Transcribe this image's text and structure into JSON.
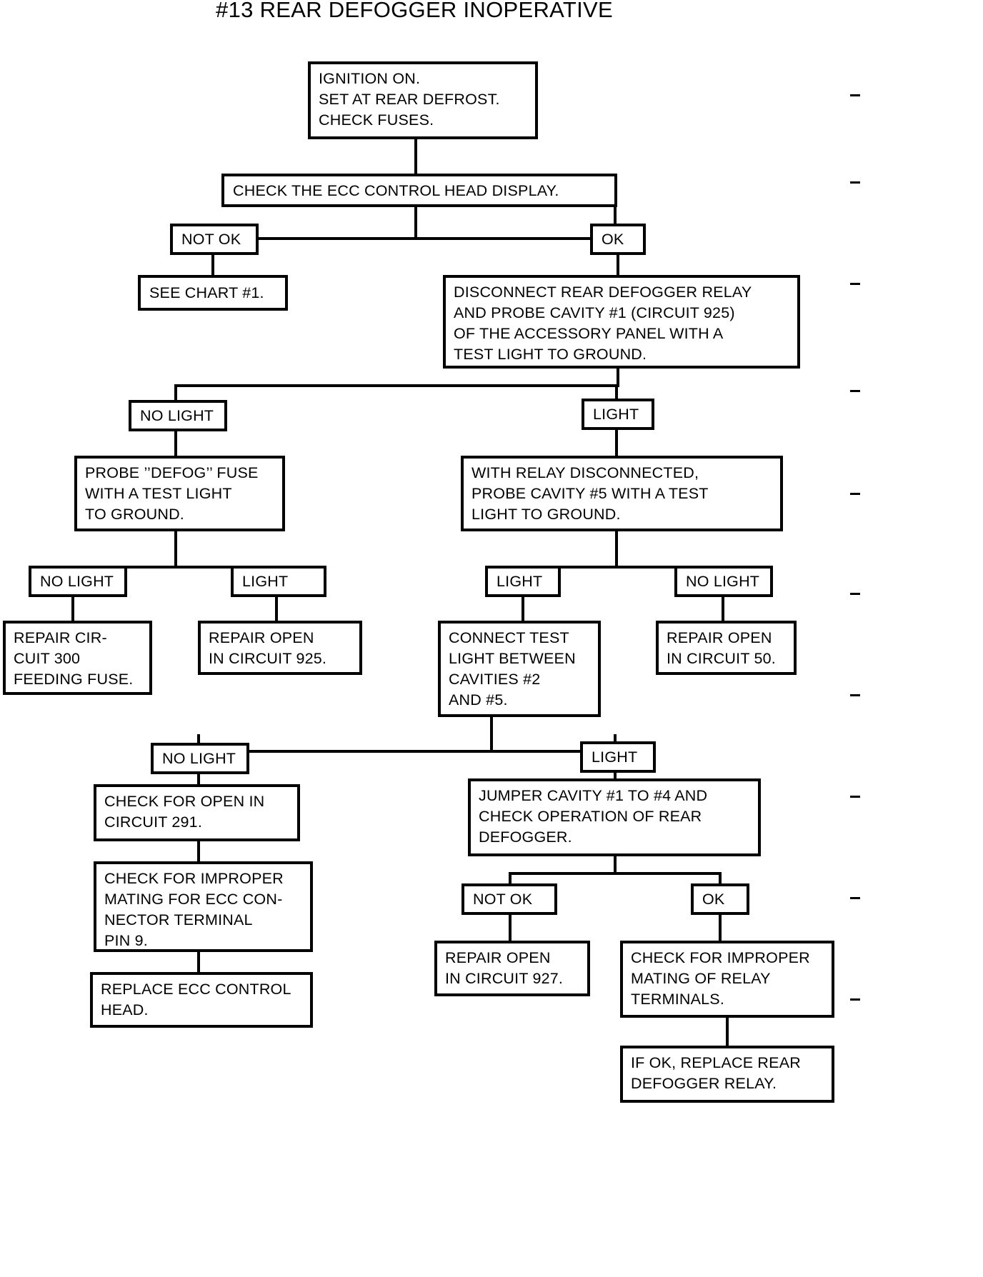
{
  "title": "#13 REAR DEFOGGER INOPERATIVE",
  "chart_data": {
    "type": "table",
    "title": "#13 REAR DEFOGGER INOPERATIVE"
  },
  "nodes": {
    "start": "IGNITION ON.\nSET AT REAR DEFROST.\nCHECK FUSES.",
    "check_display": "CHECK THE ECC CONTROL HEAD DISPLAY.",
    "not_ok_1": "NOT OK",
    "ok_1": "OK",
    "see_chart": "SEE CHART #1.",
    "disconnect_relay": "DISCONNECT REAR DEFOGGER RELAY\nAND PROBE CAVITY #1 (CIRCUIT 925)\nOF THE ACCESSORY PANEL WITH A\nTEST LIGHT TO GROUND.",
    "no_light_2": "NO LIGHT",
    "light_2": "LIGHT",
    "probe_defog_fuse": "PROBE ’’DEFOG’’ FUSE\nWITH A TEST LIGHT\nTO GROUND.",
    "with_relay_disconnected": "WITH RELAY DISCONNECTED,\nPROBE CAVITY #5 WITH A TEST\nLIGHT TO GROUND.",
    "no_light_3": "NO LIGHT",
    "light_3": "LIGHT",
    "light_4": "LIGHT",
    "no_light_4": "NO LIGHT",
    "repair_circuit_300": "REPAIR CIR-\nCUIT 300\nFEEDING FUSE.",
    "repair_open_925": "REPAIR OPEN\nIN CIRCUIT 925.",
    "connect_test_light": "CONNECT TEST\nLIGHT BETWEEN\nCAVITIES #2\nAND #5.",
    "repair_open_50": "REPAIR OPEN\nIN CIRCUIT 50.",
    "no_light_5": "NO LIGHT",
    "light_5": "LIGHT",
    "check_open_291": "CHECK FOR OPEN IN\nCIRCUIT 291.",
    "jumper_cavity": "JUMPER CAVITY #1 TO #4 AND\nCHECK OPERATION OF REAR\nDEFOGGER.",
    "check_improper_mating_ecc": "CHECK FOR IMPROPER\nMATING FOR ECC CON-\nNECTOR TERMINAL\nPIN 9.",
    "not_ok_2": "NOT OK",
    "ok_2": "OK",
    "replace_ecc_head": "REPLACE ECC CONTROL\nHEAD.",
    "repair_open_927": "REPAIR OPEN\nIN CIRCUIT 927.",
    "check_improper_mating_relay": "CHECK FOR IMPROPER\nMATING OF RELAY\nTERMINALS.",
    "if_ok_replace_relay": "IF OK, REPLACE REAR\nDEFOGGER RELAY."
  }
}
